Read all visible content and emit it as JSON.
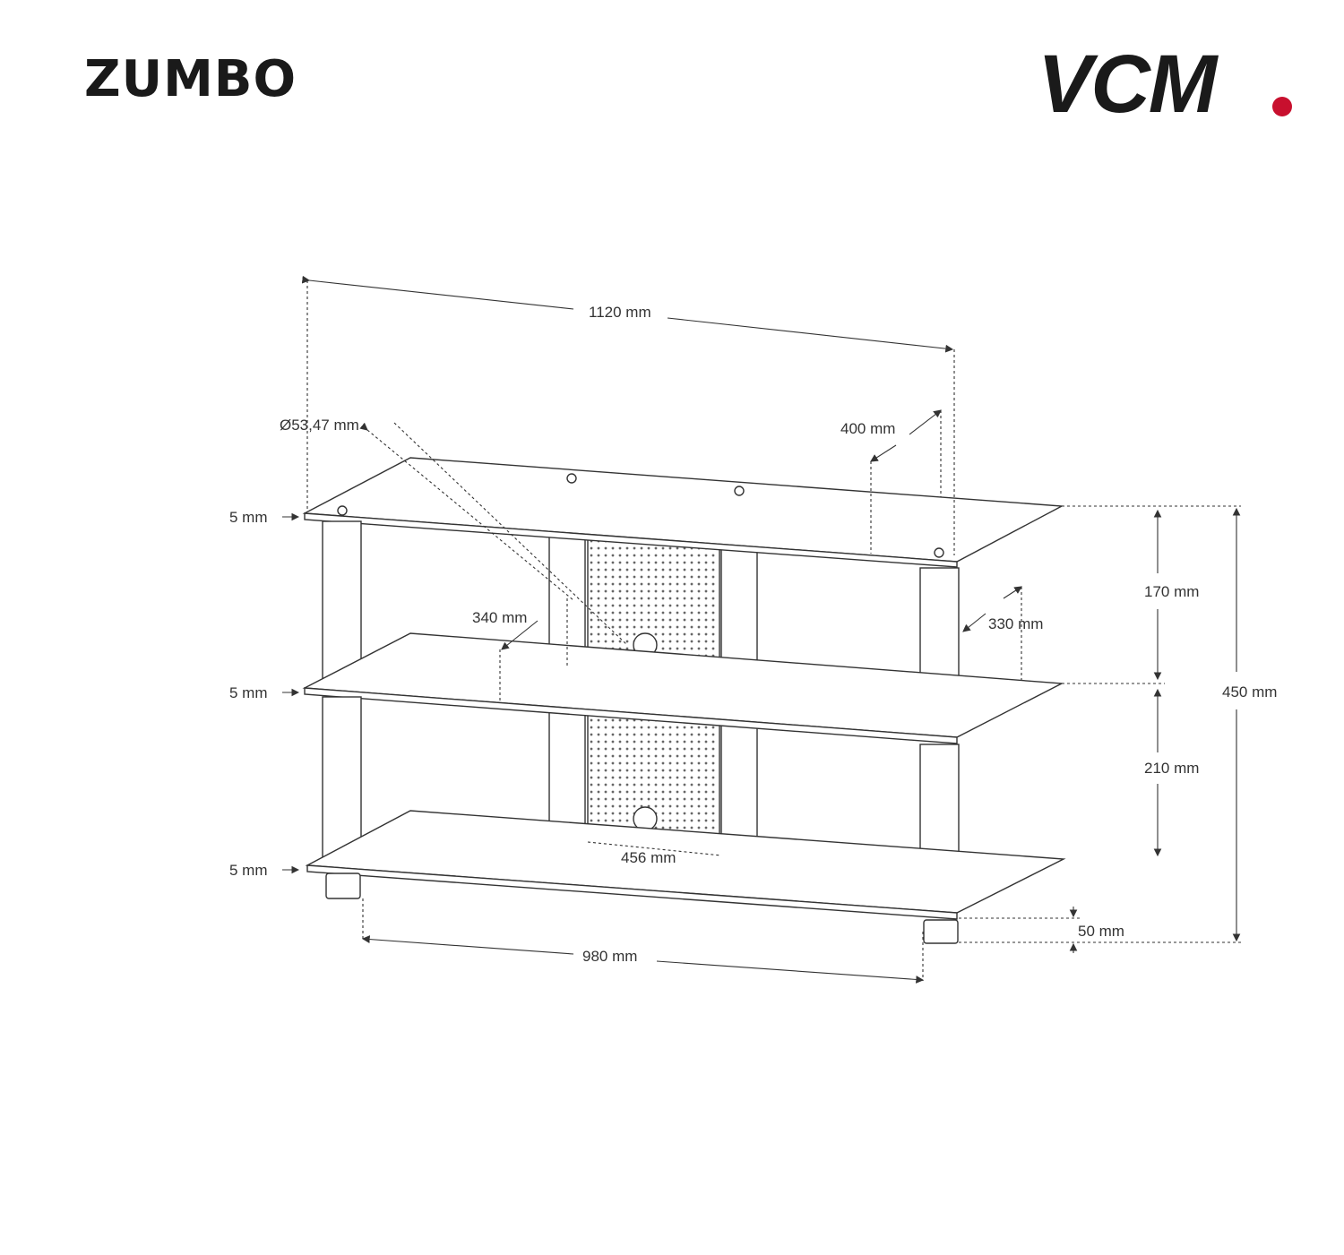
{
  "header": {
    "product_name": "ZUMBO",
    "logo_text": "VCM",
    "logo_dot_color": "#c8102e"
  },
  "dimensions": {
    "total_width": "1120 mm",
    "pillar_diameter": "Ø53,47 mm",
    "top_depth": "400 mm",
    "middle_depth_left": "340 mm",
    "middle_depth_right": "330 mm",
    "top_gap": "170 mm",
    "bottom_gap": "210 mm",
    "total_height": "450 mm",
    "glass_top": "5 mm",
    "glass_middle": "5 mm",
    "glass_bottom": "5 mm",
    "panel_width": "456 mm",
    "base_width": "980 mm",
    "foot_height": "50 mm"
  },
  "colors": {
    "line": "#333333",
    "accent": "#c8102e"
  }
}
